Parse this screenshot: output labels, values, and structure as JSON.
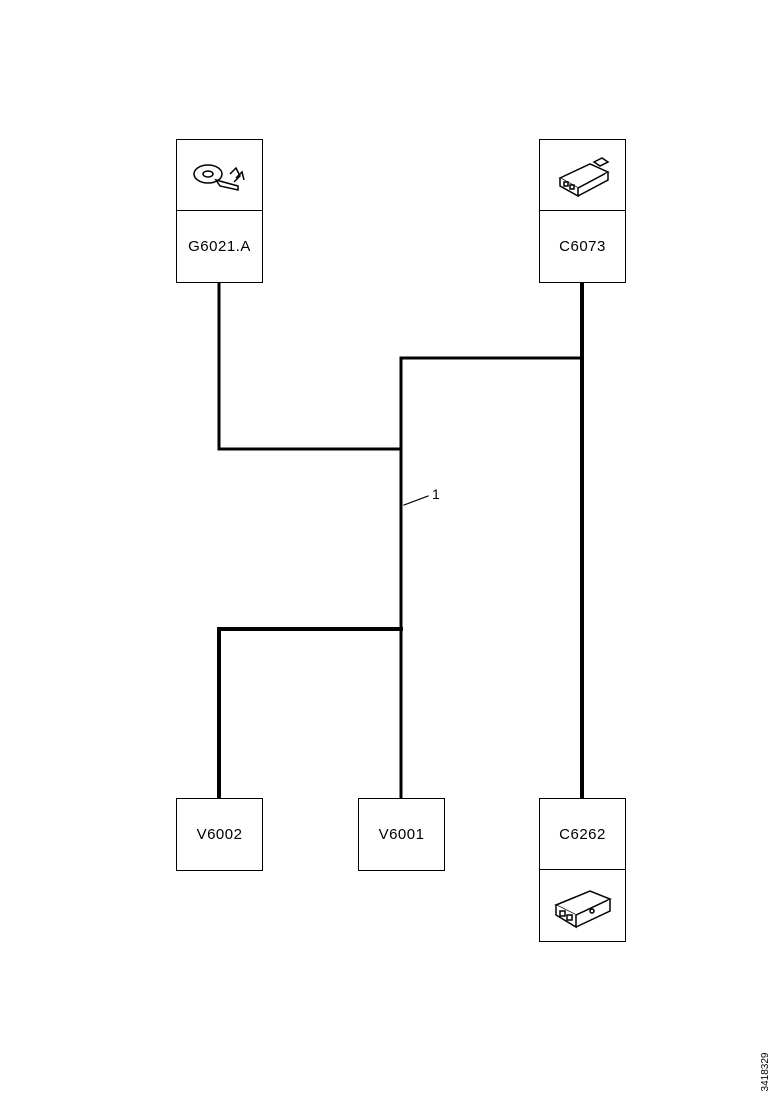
{
  "components": {
    "g6021a": {
      "label": "G6021.A",
      "icon": "ring-terminal-icon"
    },
    "c6073": {
      "label": "C6073",
      "icon": "connector-plug-icon"
    },
    "v6002": {
      "label": "V6002"
    },
    "v6001": {
      "label": "V6001"
    },
    "c6262": {
      "label": "C6262",
      "icon": "connector-plug-icon"
    }
  },
  "callout": {
    "label": "1"
  },
  "document_id": "3418329"
}
